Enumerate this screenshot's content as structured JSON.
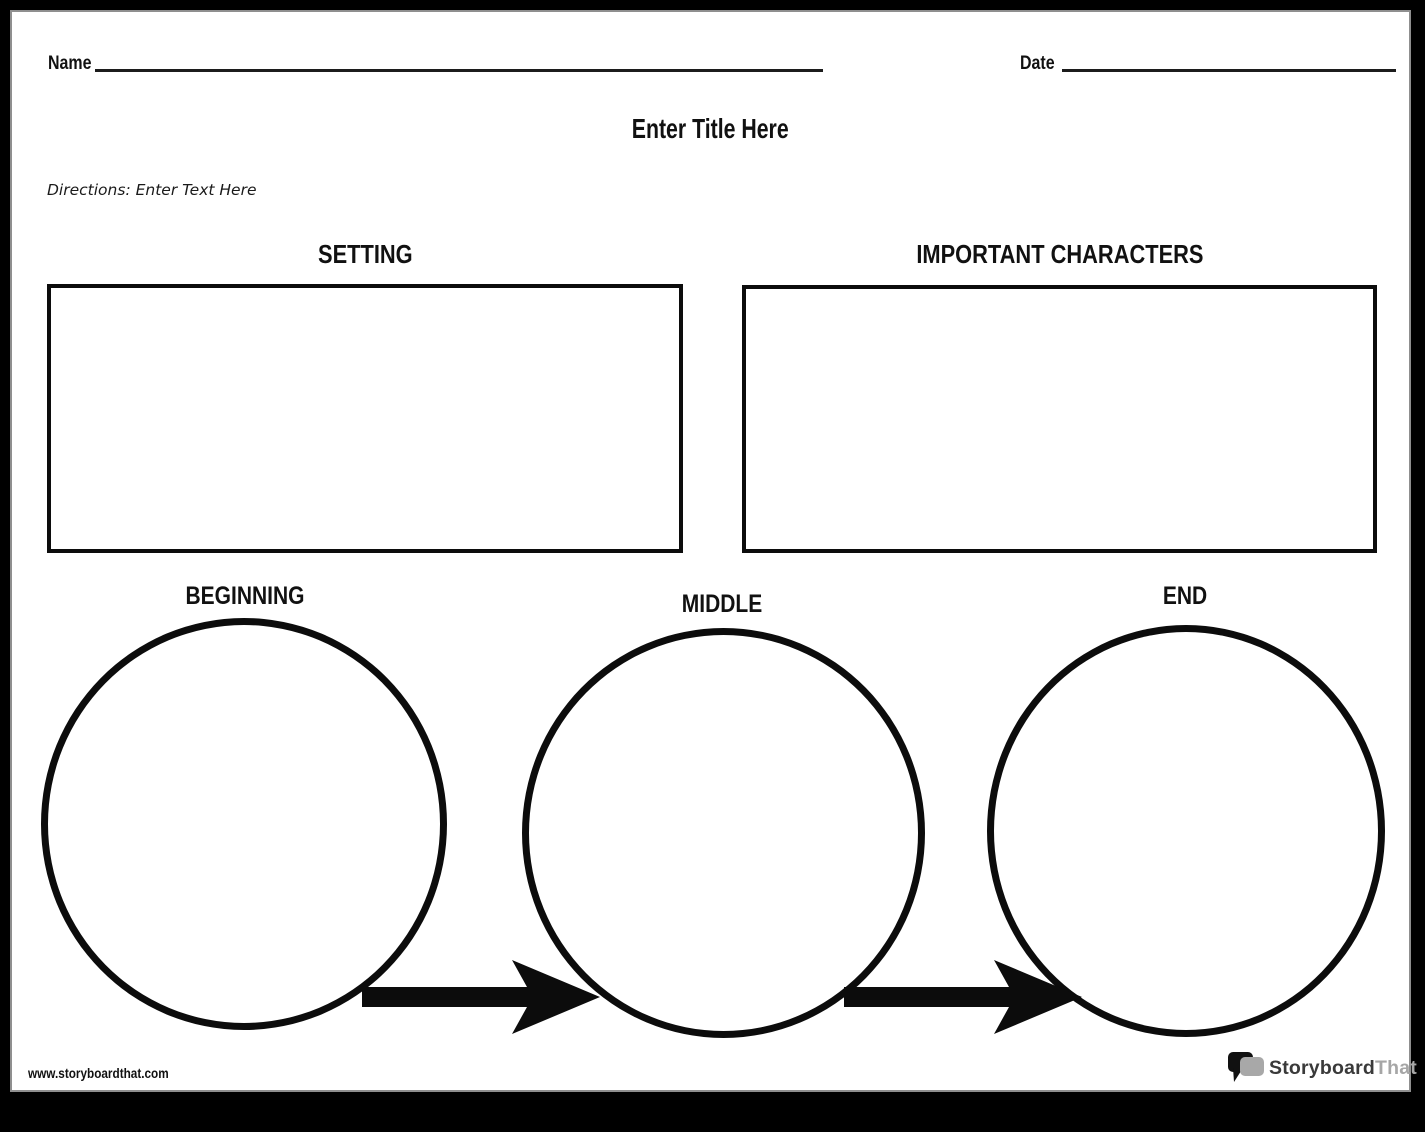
{
  "header": {
    "name_label": "Name",
    "date_label": "Date",
    "title_placeholder": "Enter Title Here",
    "directions_placeholder": "Directions: Enter Text Here"
  },
  "sections": {
    "setting_label": "SETTING",
    "characters_label": "IMPORTANT CHARACTERS",
    "beginning_label": "BEGINNING",
    "middle_label": "MIDDLE",
    "end_label": "END"
  },
  "footer": {
    "website": "www.storyboardthat.com",
    "logo_text_primary": "Storyboard",
    "logo_text_secondary": "That"
  },
  "icons": {
    "logo_icon": "speech-bubbles-icon",
    "flow_arrow": "right-arrow-icon"
  },
  "colors": {
    "ink": "#0c0c0c",
    "page_background": "#ffffff",
    "frame_background": "#000000",
    "page_edge_gray": "#8f8f8f",
    "logo_text_dark": "#3a3a3a",
    "logo_text_light": "#a6a6a6",
    "logo_bubble_black": "#111111",
    "logo_bubble_gray": "#a8a8a8"
  }
}
